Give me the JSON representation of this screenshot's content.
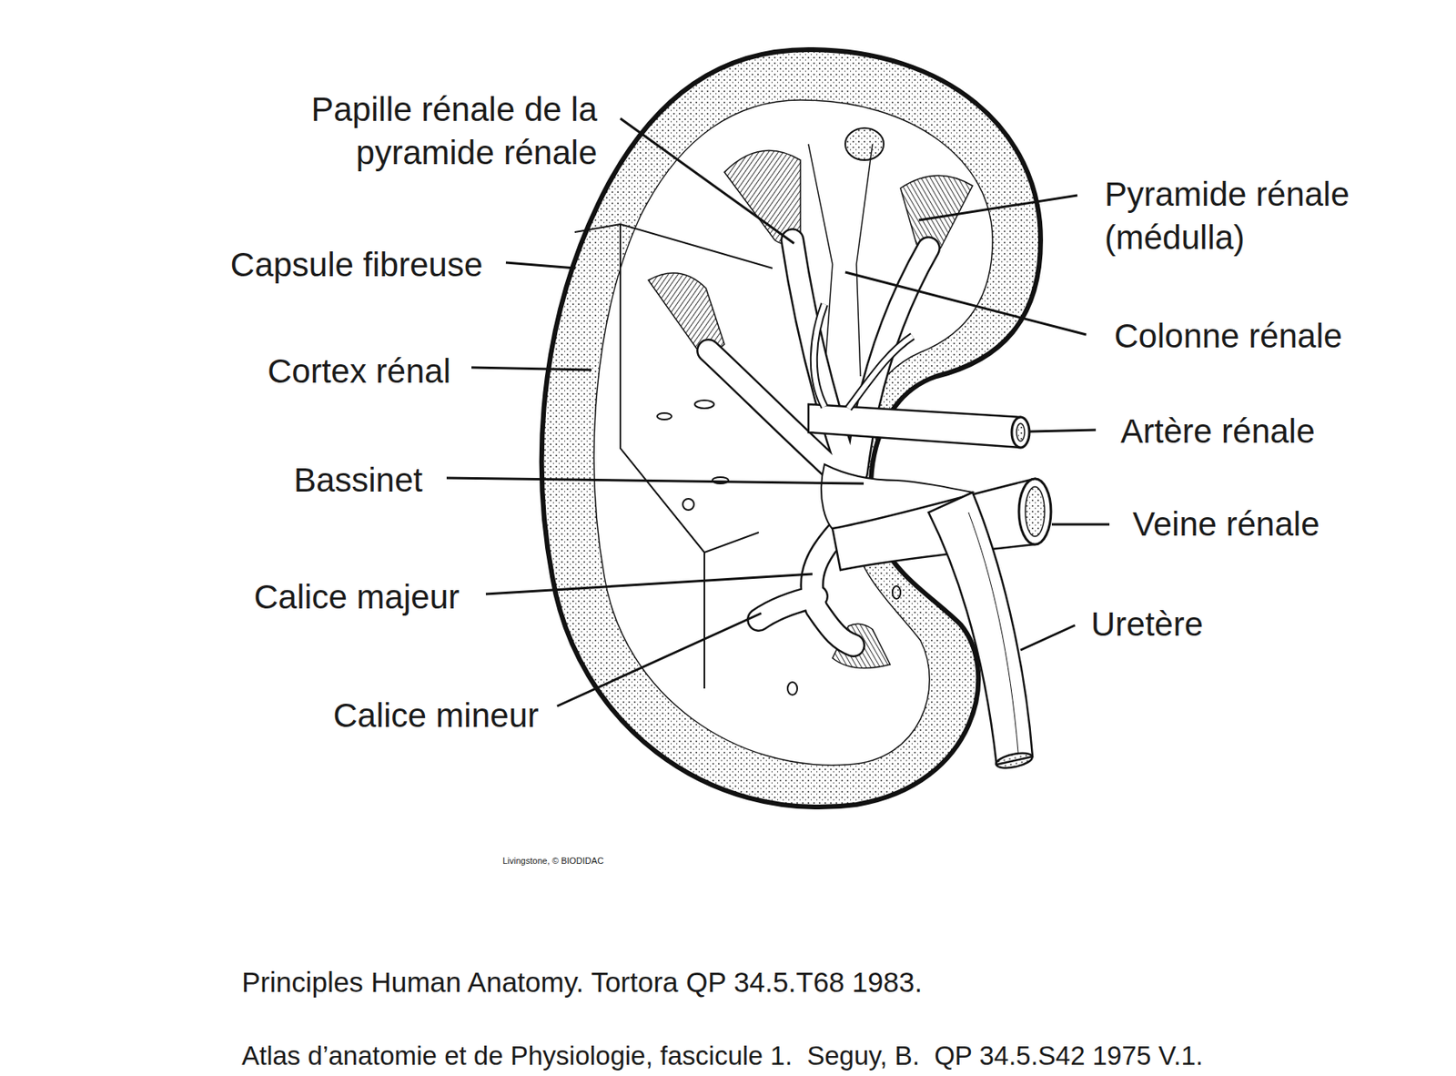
{
  "diagram": {
    "labels": [
      "Papille rénale de la pyramide rénale",
      "Capsule fibreuse",
      "Cortex rénal",
      "Bassinet",
      "Calice majeur",
      "Calice mineur",
      "Pyramide rénale (médulla)",
      "Colonne rénale",
      "Artère rénale",
      "Veine rénale",
      "Uretère",
      "Livingstone, © BIODIDAC",
      "Principles Human Anatomy. Tortora QP 34.5.T68 1983.",
      "Atlas d’anatomie et de Physiologie, fascicule 1.  Seguy, B.  QP 34.5.S42 1975 V.1."
    ]
  }
}
